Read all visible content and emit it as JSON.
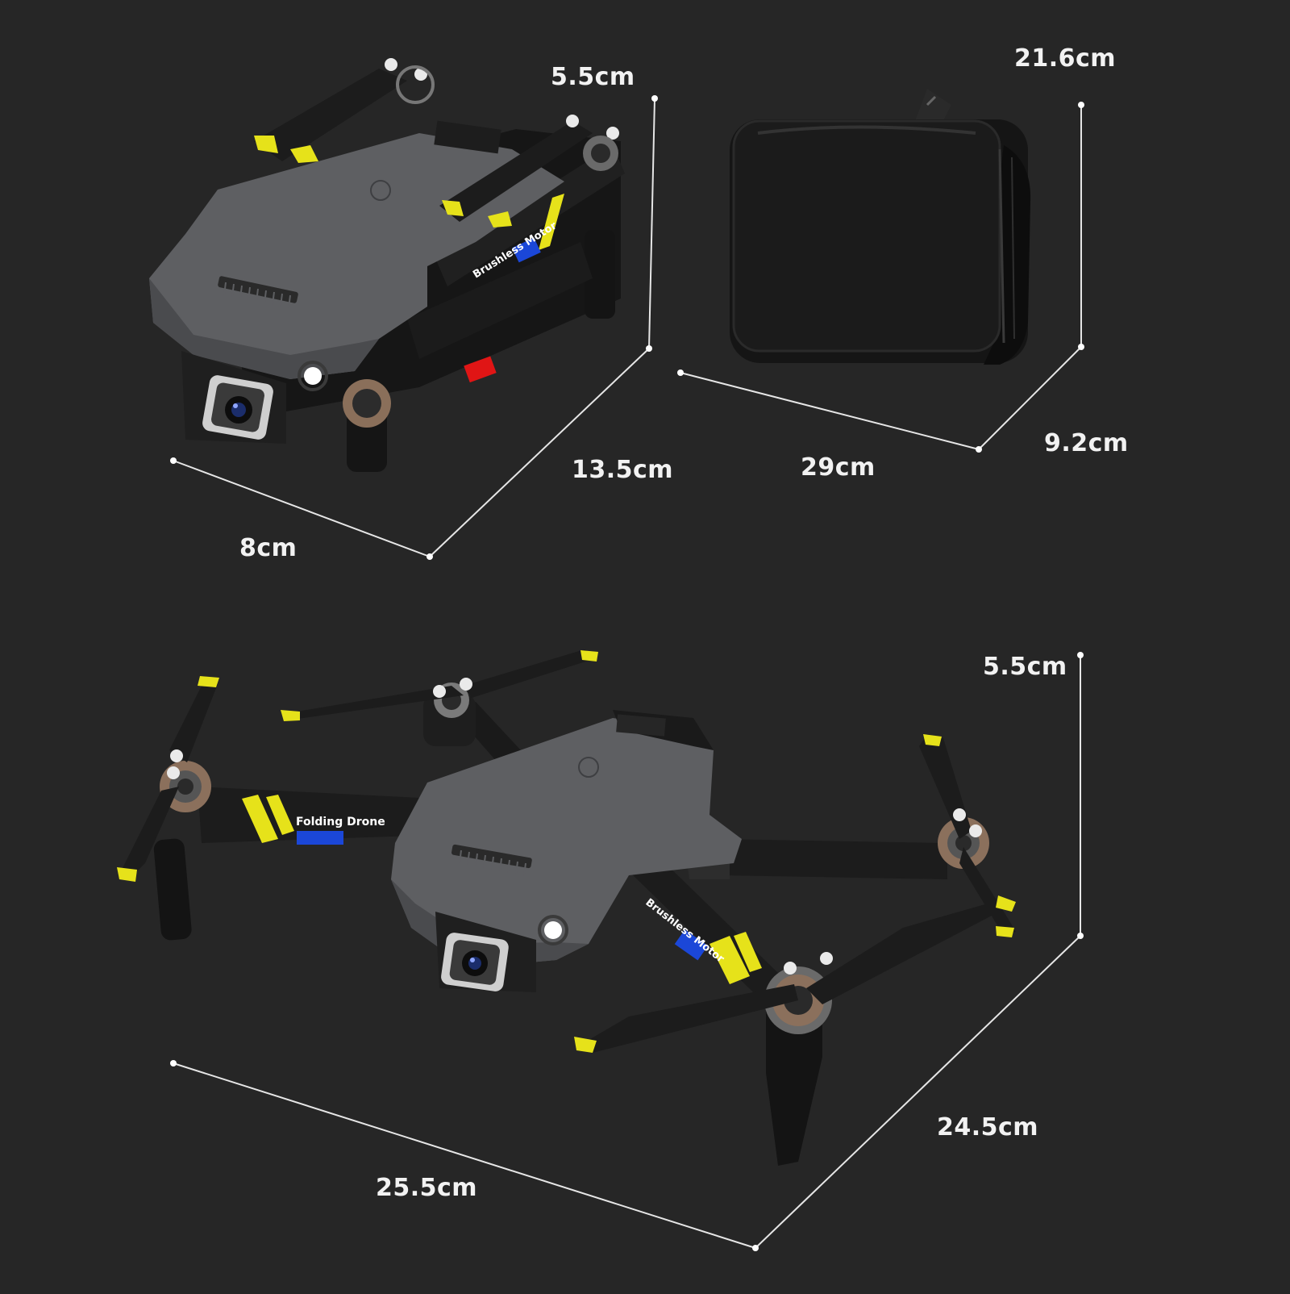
{
  "folded_drone": {
    "height_label": "5.5cm",
    "width_label": "8cm",
    "length_label": "13.5cm",
    "arm_text": "Brushless Motor"
  },
  "case": {
    "height_label": "21.6cm",
    "width_label": "29cm",
    "depth_label": "9.2cm"
  },
  "unfolded_drone": {
    "height_label": "5.5cm",
    "width_label": "25.5cm",
    "length_label": "24.5cm",
    "arm_text_left": "Folding Drone",
    "arm_text_right": "Brushless Motor"
  },
  "colors": {
    "background": "#262626",
    "body_gray": "#5e5f62",
    "accent_yellow": "#e6e21a",
    "accent_blue": "#1b47d8",
    "accent_red": "#e01515",
    "case_black": "#151515"
  }
}
